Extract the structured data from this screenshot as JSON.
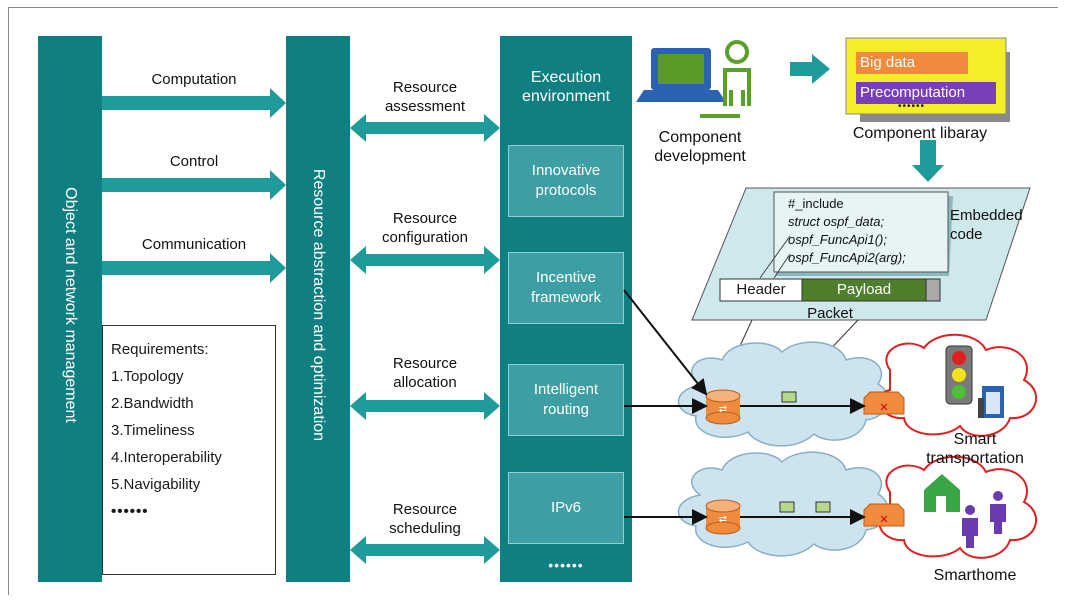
{
  "left_bar": {
    "label": "Object and network management"
  },
  "middle_bar": {
    "label": "Resource abstraction and optimization"
  },
  "flows": {
    "computation": "Computation",
    "control": "Control",
    "communication": "Communication"
  },
  "requirements": {
    "title": "Requirements:",
    "items": [
      "1.Topology",
      "2.Bandwidth",
      "3.Timeliness",
      "4.Interoperability",
      "5.Navigability",
      "••••••"
    ]
  },
  "resources": {
    "assessment": [
      "Resource",
      "assessment"
    ],
    "configuration": [
      "Resource",
      "configuration"
    ],
    "allocation": [
      "Resource",
      "allocation"
    ],
    "scheduling": [
      "Resource",
      "scheduling"
    ]
  },
  "execution": {
    "title": [
      "Execution",
      "environment"
    ],
    "boxes": [
      [
        "Innovative",
        "protocols"
      ],
      [
        "Incentive",
        "framework"
      ],
      [
        "Intelligent",
        "routing"
      ],
      [
        "IPv6"
      ]
    ],
    "more": "••••••"
  },
  "component_development": [
    "Component",
    "development"
  ],
  "library": {
    "big_data": "Big data",
    "precomputation": "Precomputation",
    "dots": "••••••",
    "caption": "Component libaray"
  },
  "embedded": {
    "caption": [
      "Embedded",
      "code"
    ],
    "lines": [
      "#_include",
      "struct ospf_data;",
      "ospf_FuncApi1();",
      "ospf_FuncApi2(arg);"
    ],
    "header": "Header",
    "payload": "Payload",
    "packet": "Packet"
  },
  "smart_transportation": [
    "Smart",
    "transportation"
  ],
  "smarthome": "Smarthome",
  "colors": {
    "teal": "#0f7f82",
    "teal_box": "#3d9fa3",
    "arrow": "#1f9b9b",
    "panel": "#cfe8ec",
    "cloud": "#cde3ee",
    "router": "#f08a3c",
    "payload": "#4f7f2a"
  }
}
